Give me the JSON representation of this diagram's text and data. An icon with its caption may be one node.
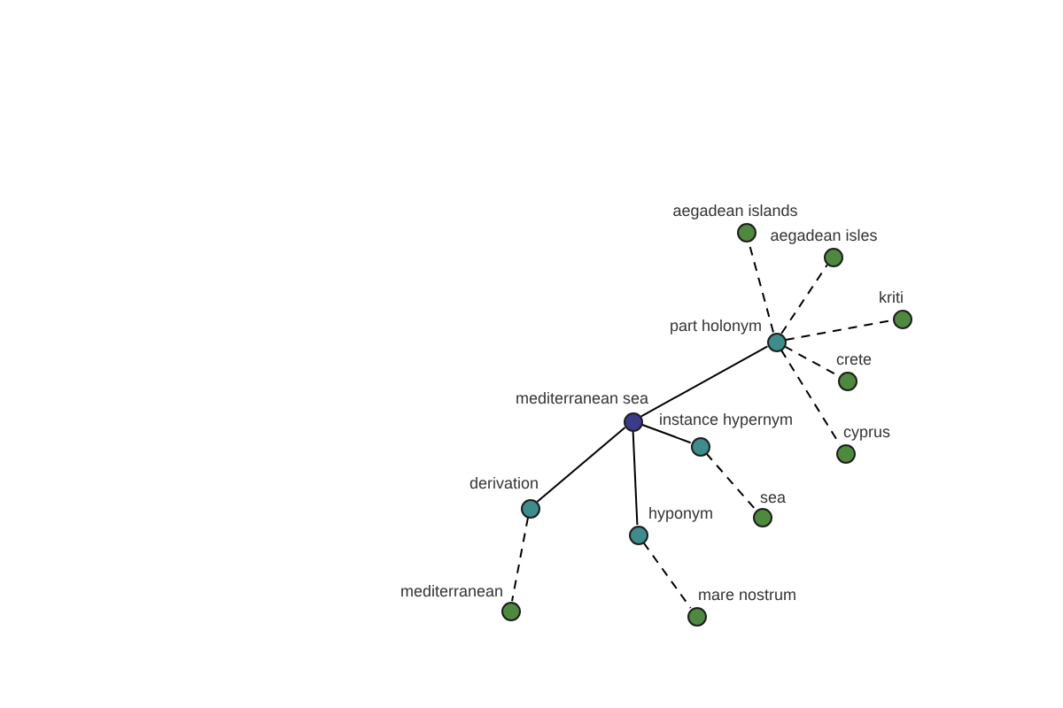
{
  "diagram": {
    "nodes": [
      {
        "text": [
          "aegadean islands"
        ]
      },
      {
        "text": [
          "aegadean isles"
        ]
      },
      {
        "text": [
          "kriti"
        ]
      },
      {
        "text": [
          "part holonym"
        ]
      },
      {
        "text": [
          "crete"
        ]
      },
      {
        "text": [
          "mediterranean sea"
        ]
      },
      {
        "text": [
          "instance hypernym"
        ]
      },
      {
        "text": [
          "cyprus"
        ]
      },
      {
        "text": [
          "derivation"
        ]
      },
      {
        "text": [
          "sea"
        ]
      },
      {
        "text": [
          "hyponym"
        ]
      },
      {
        "text": [
          "mediterranean"
        ]
      },
      {
        "text": [
          "mare nostrum"
        ]
      }
    ],
    "edges": [
      {
        "from": 5,
        "to": 3,
        "arrow": "none"
      },
      {
        "from": 5,
        "to": 6,
        "arrow": "none"
      },
      {
        "from": 5,
        "to": 8,
        "arrow": "none"
      },
      {
        "from": 5,
        "to": 10,
        "arrow": "none"
      },
      {
        "from": 3,
        "to": 0,
        "arrow": "none",
        "style": "dashed"
      },
      {
        "from": 3,
        "to": 1,
        "arrow": "none",
        "style": "dashed"
      },
      {
        "from": 3,
        "to": 2,
        "arrow": "none",
        "style": "dashed"
      },
      {
        "from": 3,
        "to": 4,
        "arrow": "none",
        "style": "dashed"
      },
      {
        "from": 3,
        "to": 7,
        "arrow": "none",
        "style": "dashed"
      },
      {
        "from": 6,
        "to": 9,
        "arrow": "none",
        "style": "dashed"
      },
      {
        "from": 8,
        "to": 11,
        "arrow": "none",
        "style": "dashed"
      },
      {
        "from": 10,
        "to": 12,
        "arrow": "none",
        "style": "dashed"
      }
    ]
  }
}
